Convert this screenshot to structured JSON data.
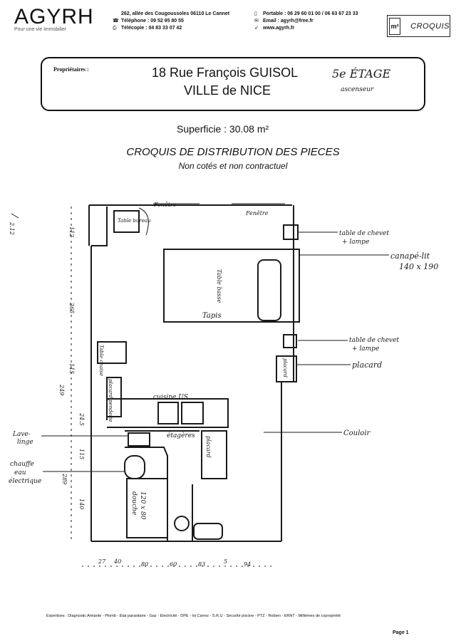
{
  "header": {
    "logo_title": "AGYRH",
    "logo_sub": "Pour une vie immobilier",
    "address_line": "262, allée des Cougoussoles 06110 Le Cannet",
    "phone_line": "Téléphone : 09 52 95 80 55",
    "fax_line": "Télécopie : 04 83 33 07 42",
    "mobile_line": "Portable : 06 29 60 01 00 / 06 63 67 23 33",
    "email_line": "Email : agyrh@free.fr",
    "web_line": "www.agyrh.fr",
    "badge_unit": "m²",
    "badge_label": "CROQUIS"
  },
  "owner": {
    "label": "Propriétaires :",
    "address_1": "18 Rue François GUISOL",
    "address_2": "VILLE de NICE",
    "floor": "5e ÉTAGE",
    "lift": "ascenseur"
  },
  "surface": "Superficie : 30.08 m²",
  "sketch": {
    "title": "CROQUIS DE DISTRIBUTION DES PIECES",
    "subtitle": "Non cotés et non contractuel",
    "labels": {
      "fenetre_1": "Fenêtre",
      "fenetre_2": "Fenêtre",
      "table_bureau": "Table bureau",
      "table_chevet_1_a": "table de chevet",
      "table_chevet_1_b": "+ lampe",
      "canape_a": "canapé-lit",
      "canape_b": "140 x 190",
      "table_basse": "Table basse",
      "tapis": "Tapis",
      "table_chevet_2_a": "table de chevet",
      "table_chevet_2_b": "+ lampe",
      "placard_label": "placard",
      "placard_in": "placard",
      "placard_in_2": "placard",
      "table_chaise": "Table chaise",
      "placard_penderie": "placard penderie",
      "cuisine": "cuisine US",
      "etageres": "étagères",
      "couloir": "Couloir",
      "lave_linge_a": "Lave-",
      "lave_linge_b": "linge",
      "chauffe_a": "chauffe",
      "chauffe_b": "eau",
      "chauffe_c": "électrique",
      "douche_a": "douche",
      "douche_b": "120 x 80",
      "side_note": "2.12"
    },
    "dims_left": [
      "112",
      "265",
      "115",
      "249",
      "24.5",
      "115",
      "289",
      "140"
    ],
    "dims_bottom": [
      "27",
      "40",
      "80",
      "60",
      "83",
      "5",
      "94"
    ]
  },
  "footer": {
    "expertises": "Expertises : Diagnostic Amiante - Plomb - Etat parasitaire - Gaz - Electricité - DPE - loi Carrez - S.R.U - Sécurité piscine - PTZ - Robien - ERNT - Millièmes de copropriété",
    "page": "Page 1"
  }
}
